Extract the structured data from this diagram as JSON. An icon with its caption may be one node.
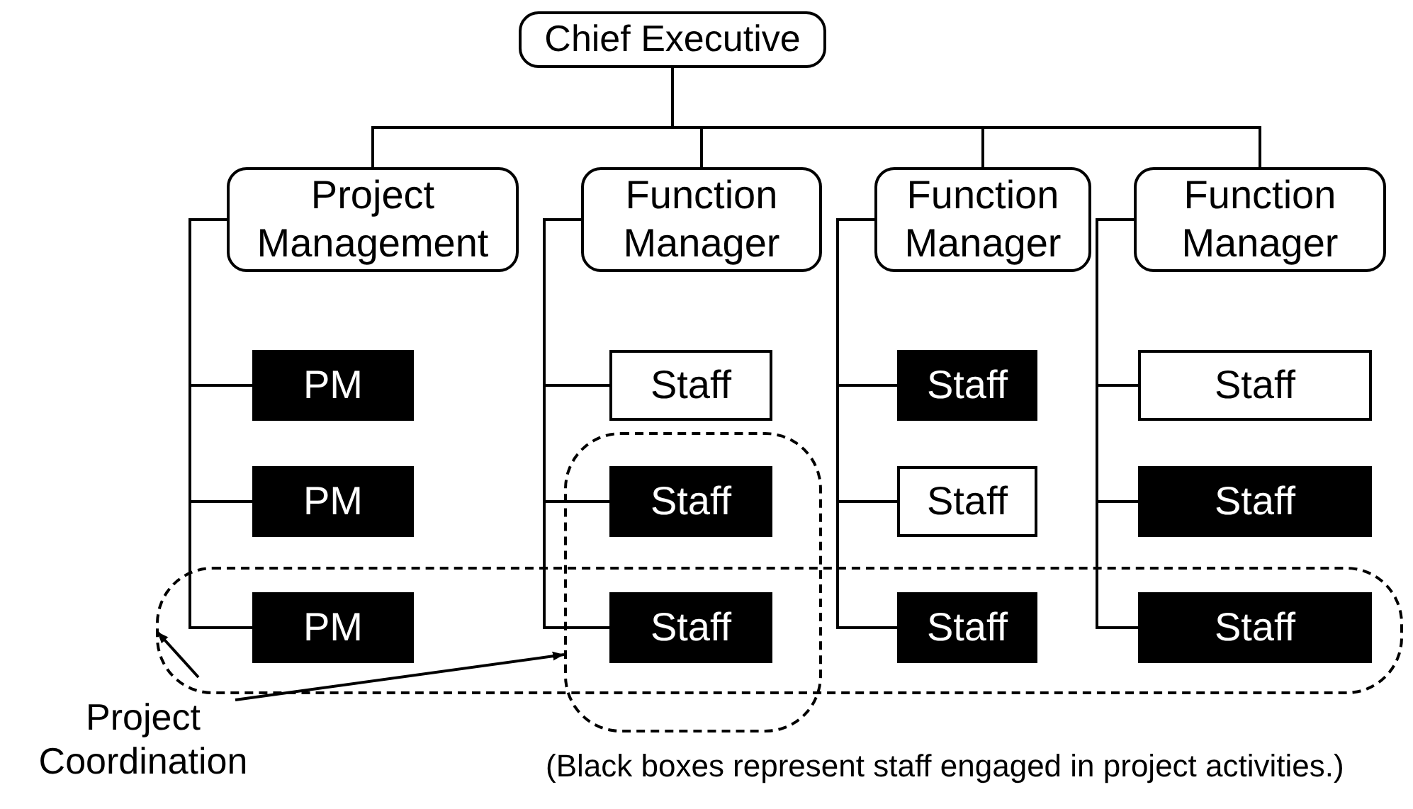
{
  "diagram": {
    "nodes": [
      {
        "text": [
          "Chief Executive"
        ]
      },
      {
        "text": [
          "Project Management"
        ]
      },
      {
        "text": [
          "Function Manager"
        ]
      },
      {
        "text": [
          "Function Manager"
        ]
      },
      {
        "text": [
          "Function Manager"
        ]
      },
      {
        "text": [],
        "shape": "box"
      },
      {
        "text": [],
        "shape": "box"
      },
      {
        "text": [
          "PM"
        ]
      },
      {
        "text": [
          "PM"
        ]
      },
      {
        "text": [
          "PM"
        ],
        "in": 5
      },
      {
        "text": [
          "Staff"
        ]
      },
      {
        "text": [
          "Staff"
        ],
        "in": 6
      },
      {
        "text": [
          "Staff"
        ]
      },
      {
        "text": [
          "Staff"
        ]
      },
      {
        "text": [
          "Staff"
        ]
      },
      {
        "text": [
          "Staff"
        ],
        "in": 5
      },
      {
        "text": [
          "Staff"
        ]
      },
      {
        "text": [
          "Staff"
        ]
      },
      {
        "text": [
          "Staff"
        ],
        "in": 5
      },
      {
        "text": [
          "Project Coordination"
        ]
      }
    ],
    "edges": [
      {
        "from": 0,
        "to": 1,
        "arrow": "none"
      },
      {
        "from": 0,
        "to": 2,
        "arrow": "none"
      },
      {
        "from": 0,
        "to": 3,
        "arrow": "none"
      },
      {
        "from": 0,
        "to": 4,
        "arrow": "none"
      },
      {
        "from": 1,
        "to": 7,
        "arrow": "none"
      },
      {
        "from": 1,
        "to": 8,
        "arrow": "none"
      },
      {
        "from": 1,
        "to": 9,
        "arrow": "none"
      },
      {
        "from": 2,
        "to": 10,
        "arrow": "none"
      },
      {
        "from": 2,
        "to": 11,
        "arrow": "none"
      },
      {
        "from": 2,
        "to": 12,
        "arrow": "none"
      },
      {
        "from": 3,
        "to": 13,
        "arrow": "none"
      },
      {
        "from": 3,
        "to": 14,
        "arrow": "none"
      },
      {
        "from": 3,
        "to": 15,
        "arrow": "none"
      },
      {
        "from": 4,
        "to": 16,
        "arrow": "none"
      },
      {
        "from": 4,
        "to": 17,
        "arrow": "none"
      },
      {
        "from": 4,
        "to": 18,
        "arrow": "none"
      },
      {
        "from": 19,
        "to": 5,
        "arrow": "to"
      },
      {
        "from": 19,
        "to": 6,
        "arrow": "to"
      }
    ],
    "labels": [
      "(Black boxes represent staff engaged in project activities.)"
    ]
  }
}
